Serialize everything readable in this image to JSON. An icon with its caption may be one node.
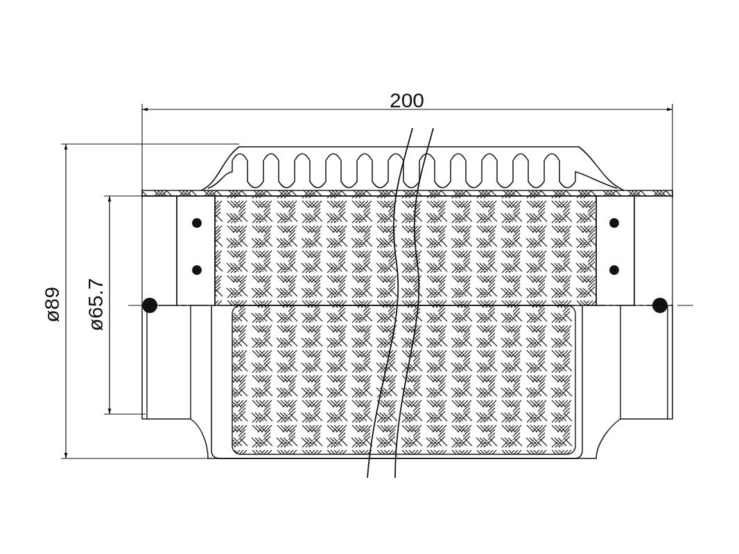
{
  "diagram": {
    "labels": [
      "200",
      "ø89",
      "ø65.7"
    ]
  }
}
